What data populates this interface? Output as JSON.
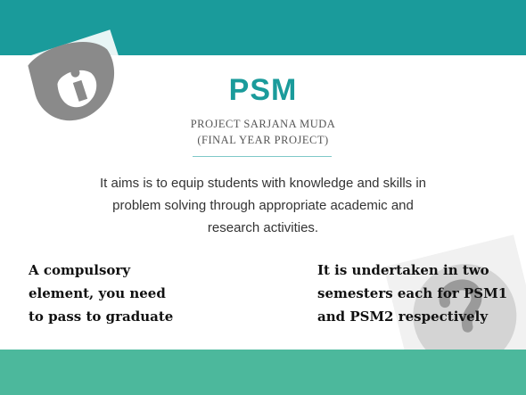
{
  "colors": {
    "top_band": "#1a9b9b",
    "bottom_band": "#4cb89c",
    "title": "#1a9b9b",
    "divider": "#7fc8c8",
    "decor_gray": "#8a8a8a"
  },
  "header": {
    "title": "PSM",
    "subtitle_line1": "PROJECT SARJANA MUDA",
    "subtitle_line2": "(FINAL YEAR PROJECT)"
  },
  "description": "It aims is to equip students with knowledge and skills in problem solving through appropriate academic and research activities.",
  "points": {
    "left": [
      "A compulsory",
      "element, you need",
      "to pass to graduate"
    ],
    "right": [
      "It is undertaken in two",
      "semesters each for PSM1",
      "and PSM2 respectively"
    ]
  },
  "decorations": {
    "left_icon": "info-stamp-icon",
    "right_icon": "question-stamp-icon"
  }
}
